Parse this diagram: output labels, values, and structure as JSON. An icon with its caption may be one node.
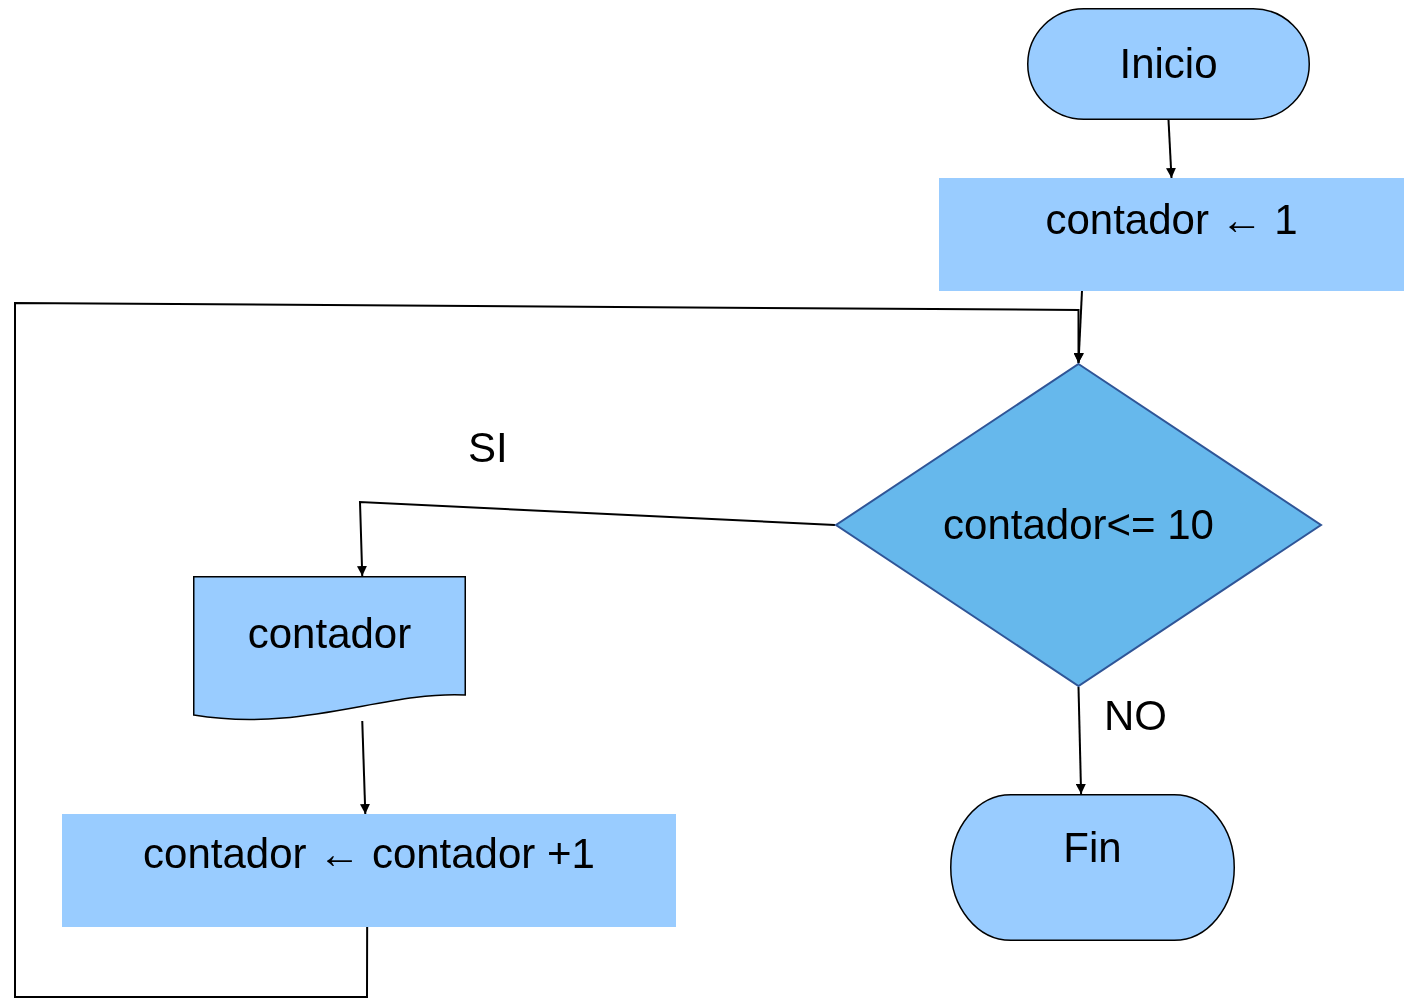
{
  "diagram": {
    "nodes": [
      {
        "text": [
          "Inicio"
        ]
      },
      {
        "text": [
          "contador ← 1"
        ]
      },
      {
        "text": [
          "contador<= 10"
        ]
      },
      {
        "text": [
          "contador"
        ]
      },
      {
        "text": [
          "contador ← contador +1"
        ]
      },
      {
        "text": [
          "Fin"
        ]
      }
    ],
    "edges": [
      {
        "from": 0,
        "to": 1,
        "arrow": "to"
      },
      {
        "from": 1,
        "to": 2,
        "arrow": "to"
      },
      {
        "from": 2,
        "to": 3,
        "arrow": "to",
        "label": "SI"
      },
      {
        "from": 3,
        "to": 4,
        "arrow": "to"
      },
      {
        "from": 4,
        "to": 2,
        "arrow": "to"
      },
      {
        "from": 2,
        "to": 5,
        "arrow": "to",
        "label": "NO"
      }
    ]
  }
}
